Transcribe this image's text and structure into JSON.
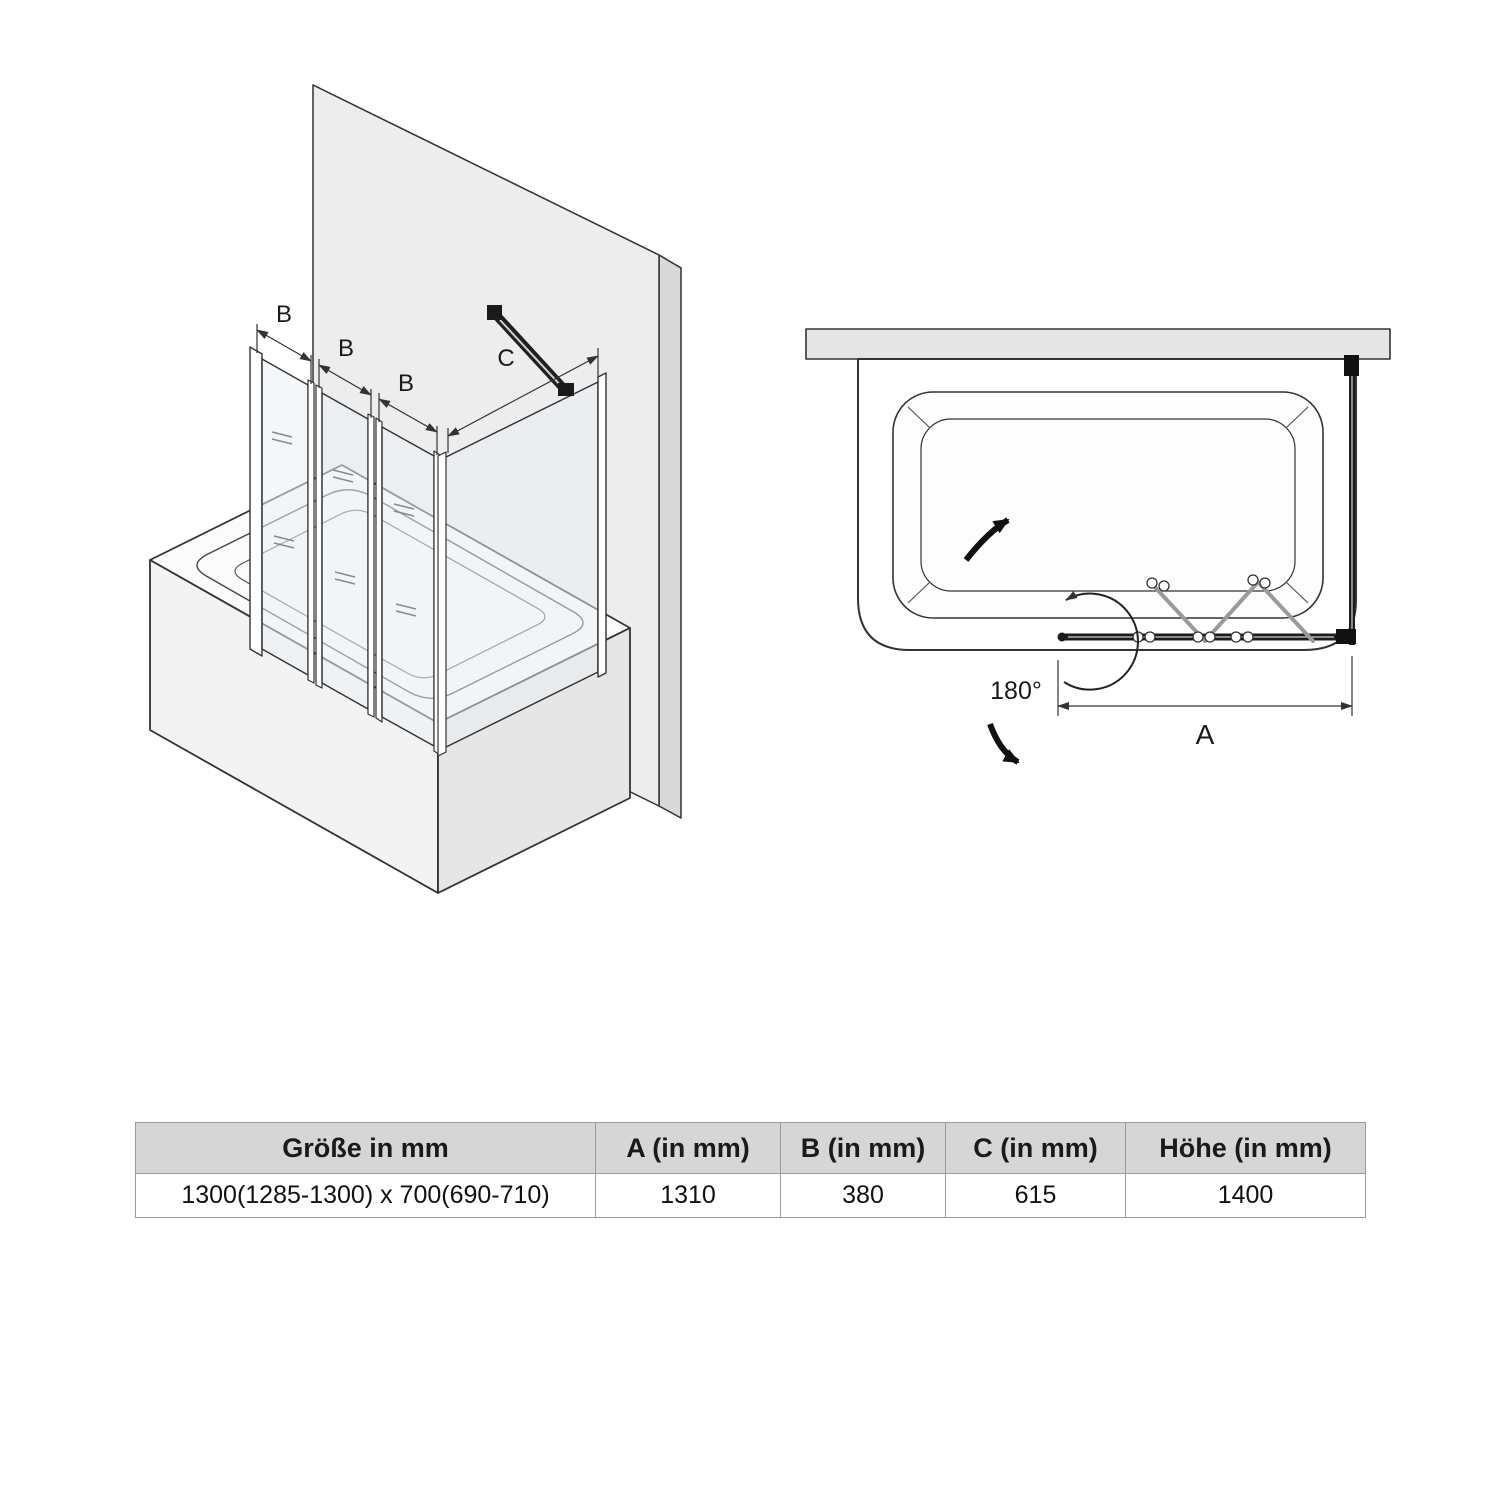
{
  "iso": {
    "label_b1": "B",
    "label_b2": "B",
    "label_b3": "B",
    "label_c": "C"
  },
  "plan": {
    "label_angle": "180°",
    "label_a": "A"
  },
  "table": {
    "headers": [
      "Größe in mm",
      "A (in mm)",
      "B (in mm)",
      "C (in mm)",
      "Höhe (in mm)"
    ],
    "rows": [
      [
        "1300(1285-1300) x 700(690-710)",
        "1310",
        "380",
        "615",
        "1400"
      ]
    ]
  },
  "colors": {
    "line": "#333333",
    "table_header_bg": "#d6d6d6",
    "table_border": "#9a9a9a"
  }
}
